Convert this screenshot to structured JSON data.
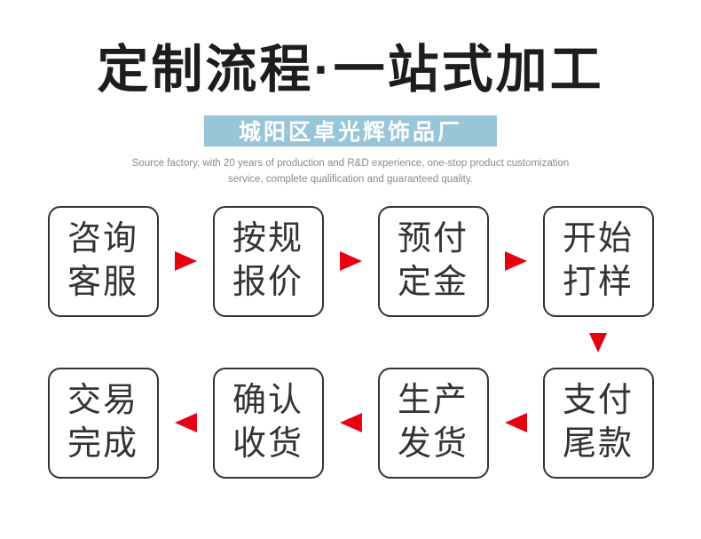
{
  "title": "定制流程·一站式加工",
  "banner": {
    "label": "城阳区卓光辉饰品厂",
    "bg_color": "#98c5d8",
    "text_color": "#ffffff"
  },
  "description": {
    "line1": "Source factory, with 20 years of production and R&D experience, one-stop product customization",
    "line2": "service, complete qualification and guaranteed quality."
  },
  "flow": {
    "arrow_color": "#e60012",
    "box_border_color": "#333333",
    "box_text_color": "#333333",
    "row1_arrow_direction": "right",
    "row2_arrow_direction": "left",
    "connector_arrow_direction": "down",
    "row1": [
      {
        "line1": "咨询",
        "line2": "客服"
      },
      {
        "line1": "按规",
        "line2": "报价"
      },
      {
        "line1": "预付",
        "line2": "定金"
      },
      {
        "line1": "开始",
        "line2": "打样"
      }
    ],
    "row2": [
      {
        "line1": "交易",
        "line2": "完成"
      },
      {
        "line1": "确认",
        "line2": "收货"
      },
      {
        "line1": "生产",
        "line2": "发货"
      },
      {
        "line1": "支付",
        "line2": "尾款"
      }
    ]
  }
}
